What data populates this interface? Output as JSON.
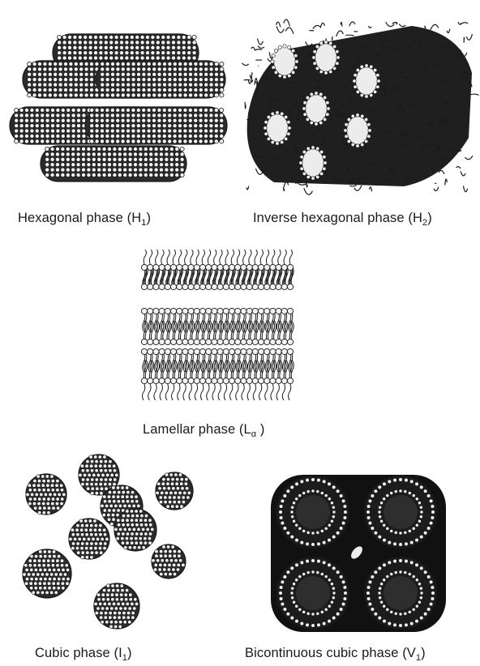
{
  "figure": {
    "panels": [
      {
        "id": "hexagonal",
        "caption_main": "Hexagonal phase (H",
        "caption_sub": "1",
        "caption_end": ")"
      },
      {
        "id": "inverse-hexagonal",
        "caption_main": "Inverse hexagonal phase (H",
        "caption_sub": "2",
        "caption_end": ")"
      },
      {
        "id": "lamellar",
        "caption_main": "Lamellar phase (L",
        "caption_sub": "α",
        "caption_end": " )"
      },
      {
        "id": "cubic",
        "caption_main": "Cubic phase (I",
        "caption_sub": "1",
        "caption_end": ")"
      },
      {
        "id": "bicontinuous-cubic",
        "caption_main": "Bicontinuous cubic phase (V",
        "caption_sub": "1",
        "caption_end": ")"
      }
    ]
  },
  "colors": {
    "ink": "#1a1a1a",
    "head": "#f2f2f2",
    "dark": "#2b2b2b"
  }
}
